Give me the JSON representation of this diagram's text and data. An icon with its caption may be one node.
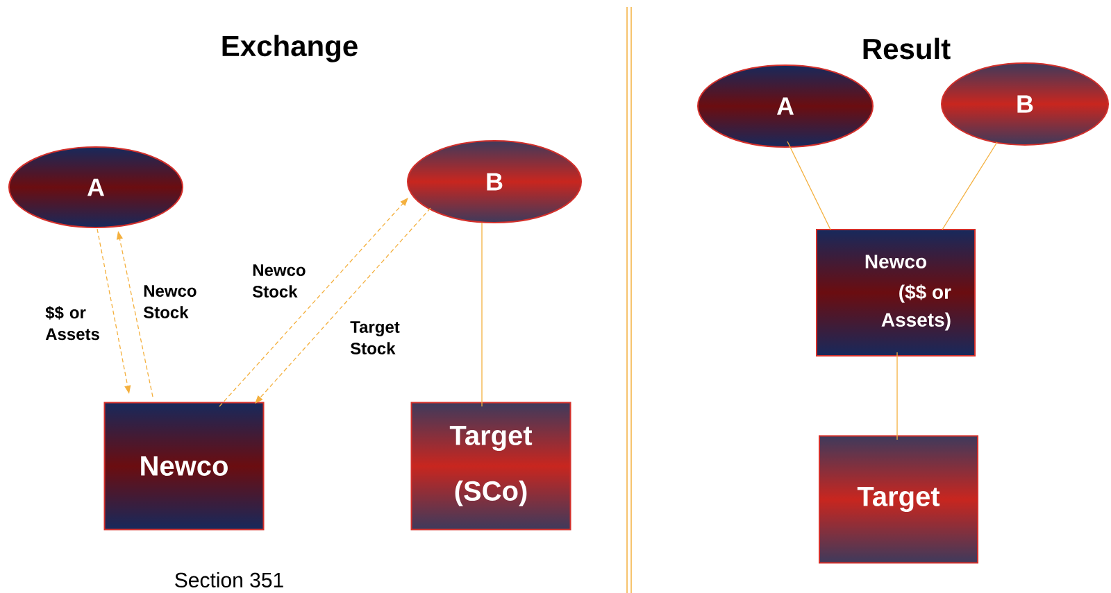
{
  "diagram": {
    "nodes": [
      {
        "text": [
          "A"
        ]
      },
      {
        "text": [
          "B"
        ]
      },
      {
        "text": [
          "Newco"
        ]
      },
      {
        "text": [
          "Target (SCo)"
        ]
      },
      {
        "text": [
          "A"
        ]
      },
      {
        "text": [
          "B"
        ]
      },
      {
        "text": [
          "Newco",
          "($$ or Assets)"
        ]
      },
      {
        "text": [
          "Target"
        ]
      }
    ],
    "edges": [
      {
        "from": 0,
        "to": 2,
        "arrow": "to",
        "style": "dashed",
        "label": "$$ or Assets"
      },
      {
        "from": 2,
        "to": 0,
        "arrow": "to",
        "style": "dashed",
        "label": "Newco Stock"
      },
      {
        "from": 2,
        "to": 1,
        "arrow": "to",
        "style": "dashed",
        "label": "Newco Stock"
      },
      {
        "from": 1,
        "to": 2,
        "arrow": "to",
        "style": "dashed",
        "label": "Target Stock"
      },
      {
        "from": 1,
        "to": 3,
        "arrow": "none"
      },
      {
        "from": 4,
        "to": 6,
        "arrow": "none"
      },
      {
        "from": 5,
        "to": 6,
        "arrow": "none"
      },
      {
        "from": 6,
        "to": 7,
        "arrow": "none"
      }
    ],
    "labels": [
      "Exchange",
      "Result",
      "Section 351"
    ]
  }
}
